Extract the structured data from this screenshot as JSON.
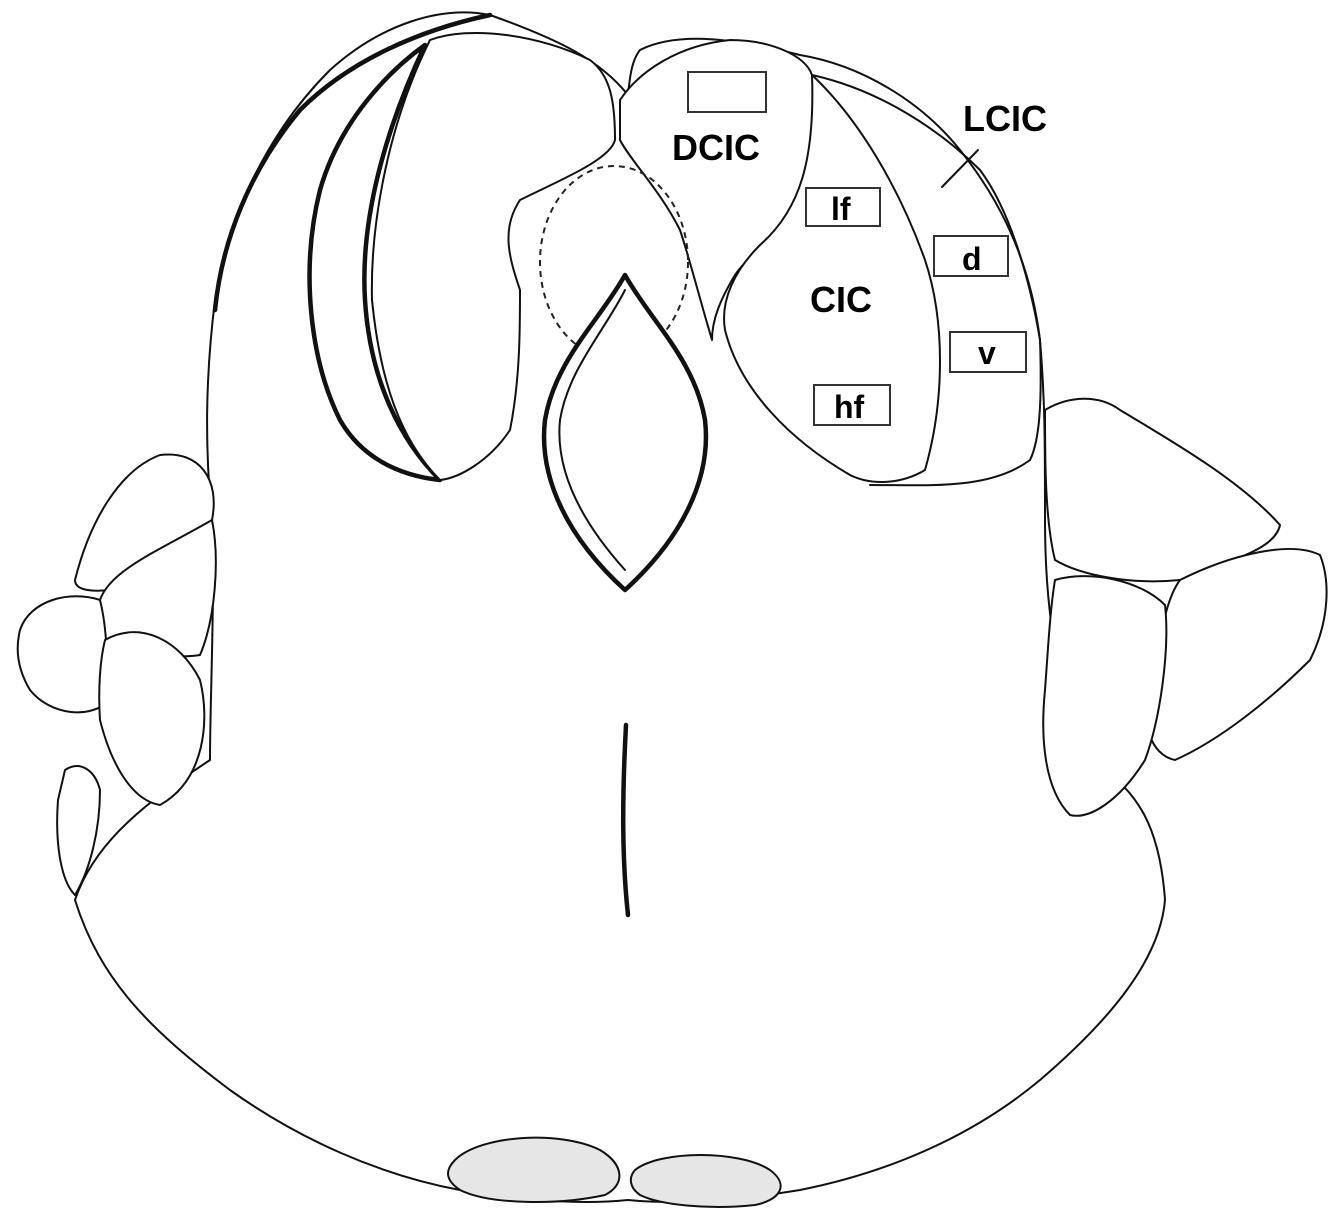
{
  "diagram": {
    "labels": {
      "dcic": "DCIC",
      "lcic": "LCIC",
      "cic": "CIC",
      "lf": "lf",
      "d": "d",
      "v": "v",
      "hf": "hf"
    },
    "colors": {
      "line": "#111111",
      "box_stroke": "#333333",
      "background": "#ffffff",
      "pontine_fill": "#e6e6e6"
    }
  }
}
